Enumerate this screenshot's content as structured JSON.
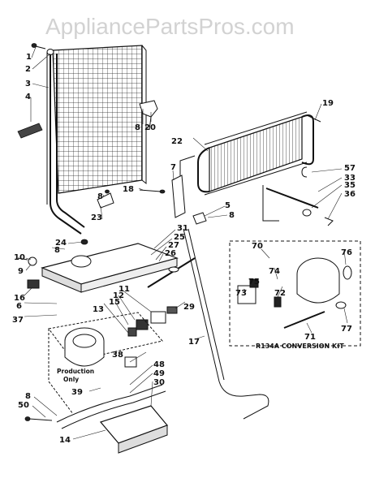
{
  "watermark": "AppliancePartsPros.com",
  "notes": {
    "production_line1": "Production",
    "production_line2": "Only",
    "kit": "R134A CONVERSION KIT"
  },
  "callouts": {
    "c1": "1",
    "c2": "2",
    "c3": "3",
    "c4": "4",
    "c8a": "8",
    "c20": "20",
    "c19": "19",
    "c22": "22",
    "c57": "57",
    "c33": "33",
    "c35": "35",
    "c36": "36",
    "c7": "7",
    "c18": "18",
    "c5": "5",
    "c8b": "8",
    "c8c": "8",
    "c23": "23",
    "c31": "31",
    "c25": "25",
    "c27": "27",
    "c26": "26",
    "c24": "24",
    "c8d": "8",
    "c10": "10",
    "c9": "9",
    "c16": "16",
    "c6": "6",
    "c37": "37",
    "c15": "15",
    "c12": "12",
    "c11": "11",
    "c13": "13",
    "c29": "29",
    "c70": "70",
    "c74": "74",
    "c76": "76",
    "c75": "75",
    "c72": "72",
    "c73": "73",
    "c71": "71",
    "c77": "77",
    "c17": "17",
    "c38": "38",
    "c48": "48",
    "c49": "49",
    "c30": "30",
    "c39": "39",
    "c8e": "8",
    "c50": "50",
    "c14": "14"
  }
}
